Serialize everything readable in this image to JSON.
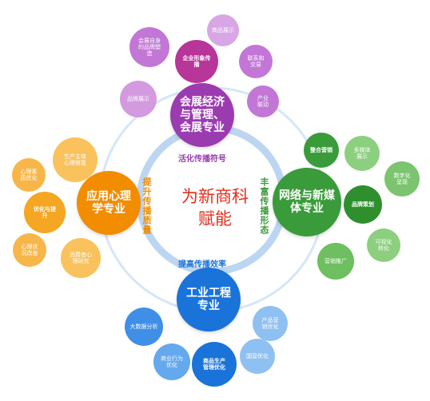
{
  "diagram": {
    "center_title": "为新商科\n赋能",
    "colors": {
      "ring": "#bcd6f2",
      "center_text": "#e0301e",
      "purple_main": "#9b3bb0",
      "purple_sat": "#c277d6",
      "green_main": "#3a9b3a",
      "green_sat": "#7cc46f",
      "orange_main": "#f28c00",
      "orange_sat": "#f7b64a",
      "blue_main": "#1a73d9",
      "blue_sat": "#64a8ee"
    },
    "ring_labels": {
      "top": "活化传播符号",
      "bottom": "提高传播效率",
      "left": "提升传播质量",
      "right": "丰富传播形态"
    },
    "hubs": {
      "top": "会展经济\n与管理、\n会展专业",
      "right": "网络与新媒\n体专业",
      "left": "应用心理\n学专业",
      "bottom": "工业工程\n专业"
    },
    "satellites": {
      "top": [
        "会展自身\n的品牌塑\n造",
        "企业形象传\n播",
        "商品展示",
        "联系和\n交易",
        "品牌展示",
        "产业\n联动"
      ],
      "right": [
        "整合营销",
        "多媒体\n展示",
        "数字化\n呈现",
        "品牌策划",
        "可视化\n转化",
        "营销推广"
      ],
      "left": [
        "心理素\n质优化",
        "生产主体\n心理修复",
        "优化与提\n升",
        "心理状\n况改善",
        "消费者心\n理研究"
      ],
      "bottom": [
        "大数据分析",
        "产品营\n销优化",
        "商业行为\n优化",
        "商品生产\n管理优化",
        "国营优化"
      ]
    }
  }
}
